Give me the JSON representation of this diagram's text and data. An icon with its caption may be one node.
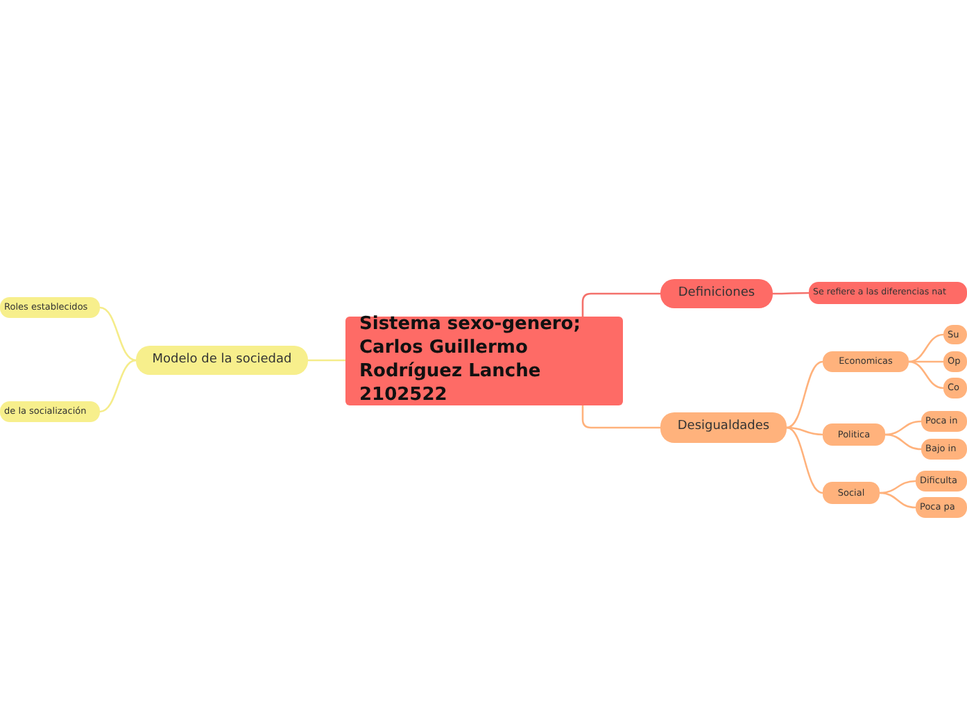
{
  "diagram": {
    "nodes": [
      {
        "text": [
          "Sistema sexo-genero; Carlos Guillermo Rodríguez Lanche 2102522"
        ]
      },
      {
        "text": [
          "Modelo de la sociedad"
        ]
      },
      {
        "text": [
          "Roles establecidos"
        ]
      },
      {
        "text": [
          "de la socialización"
        ]
      },
      {
        "text": [
          "Definiciones"
        ]
      },
      {
        "text": [
          "Se refiere a las diferencias nat"
        ]
      },
      {
        "text": [
          "Desigualdades"
        ]
      },
      {
        "text": [
          "Economicas"
        ]
      },
      {
        "text": [
          "Su"
        ]
      },
      {
        "text": [
          "Op"
        ]
      },
      {
        "text": [
          "Co"
        ]
      },
      {
        "text": [
          "Politica"
        ]
      },
      {
        "text": [
          "Poca in"
        ]
      },
      {
        "text": [
          "Bajo in"
        ]
      },
      {
        "text": [
          "Social"
        ]
      },
      {
        "text": [
          "Dificulta"
        ]
      },
      {
        "text": [
          "Poca pa"
        ]
      }
    ],
    "edges": [
      {
        "from": 0,
        "to": 1,
        "arrow": "none",
        "color": "#f5ec8a"
      },
      {
        "from": 1,
        "to": 2,
        "arrow": "none",
        "color": "#f5ec8a"
      },
      {
        "from": 1,
        "to": 3,
        "arrow": "none",
        "color": "#f5ec8a"
      },
      {
        "from": 0,
        "to": 4,
        "arrow": "none",
        "color": "#f4716b"
      },
      {
        "from": 4,
        "to": 5,
        "arrow": "none",
        "color": "#f4716b"
      },
      {
        "from": 0,
        "to": 6,
        "arrow": "none"
      },
      {
        "from": 6,
        "to": 7,
        "arrow": "none"
      },
      {
        "from": 7,
        "to": 8,
        "arrow": "none"
      },
      {
        "from": 7,
        "to": 9,
        "arrow": "none"
      },
      {
        "from": 7,
        "to": 10,
        "arrow": "none"
      },
      {
        "from": 6,
        "to": 11,
        "arrow": "none"
      },
      {
        "from": 11,
        "to": 12,
        "arrow": "none"
      },
      {
        "from": 11,
        "to": 13,
        "arrow": "none"
      },
      {
        "from": 6,
        "to": 14,
        "arrow": "none"
      },
      {
        "from": 14,
        "to": 15,
        "arrow": "none"
      },
      {
        "from": 14,
        "to": 16,
        "arrow": "none"
      }
    ]
  }
}
